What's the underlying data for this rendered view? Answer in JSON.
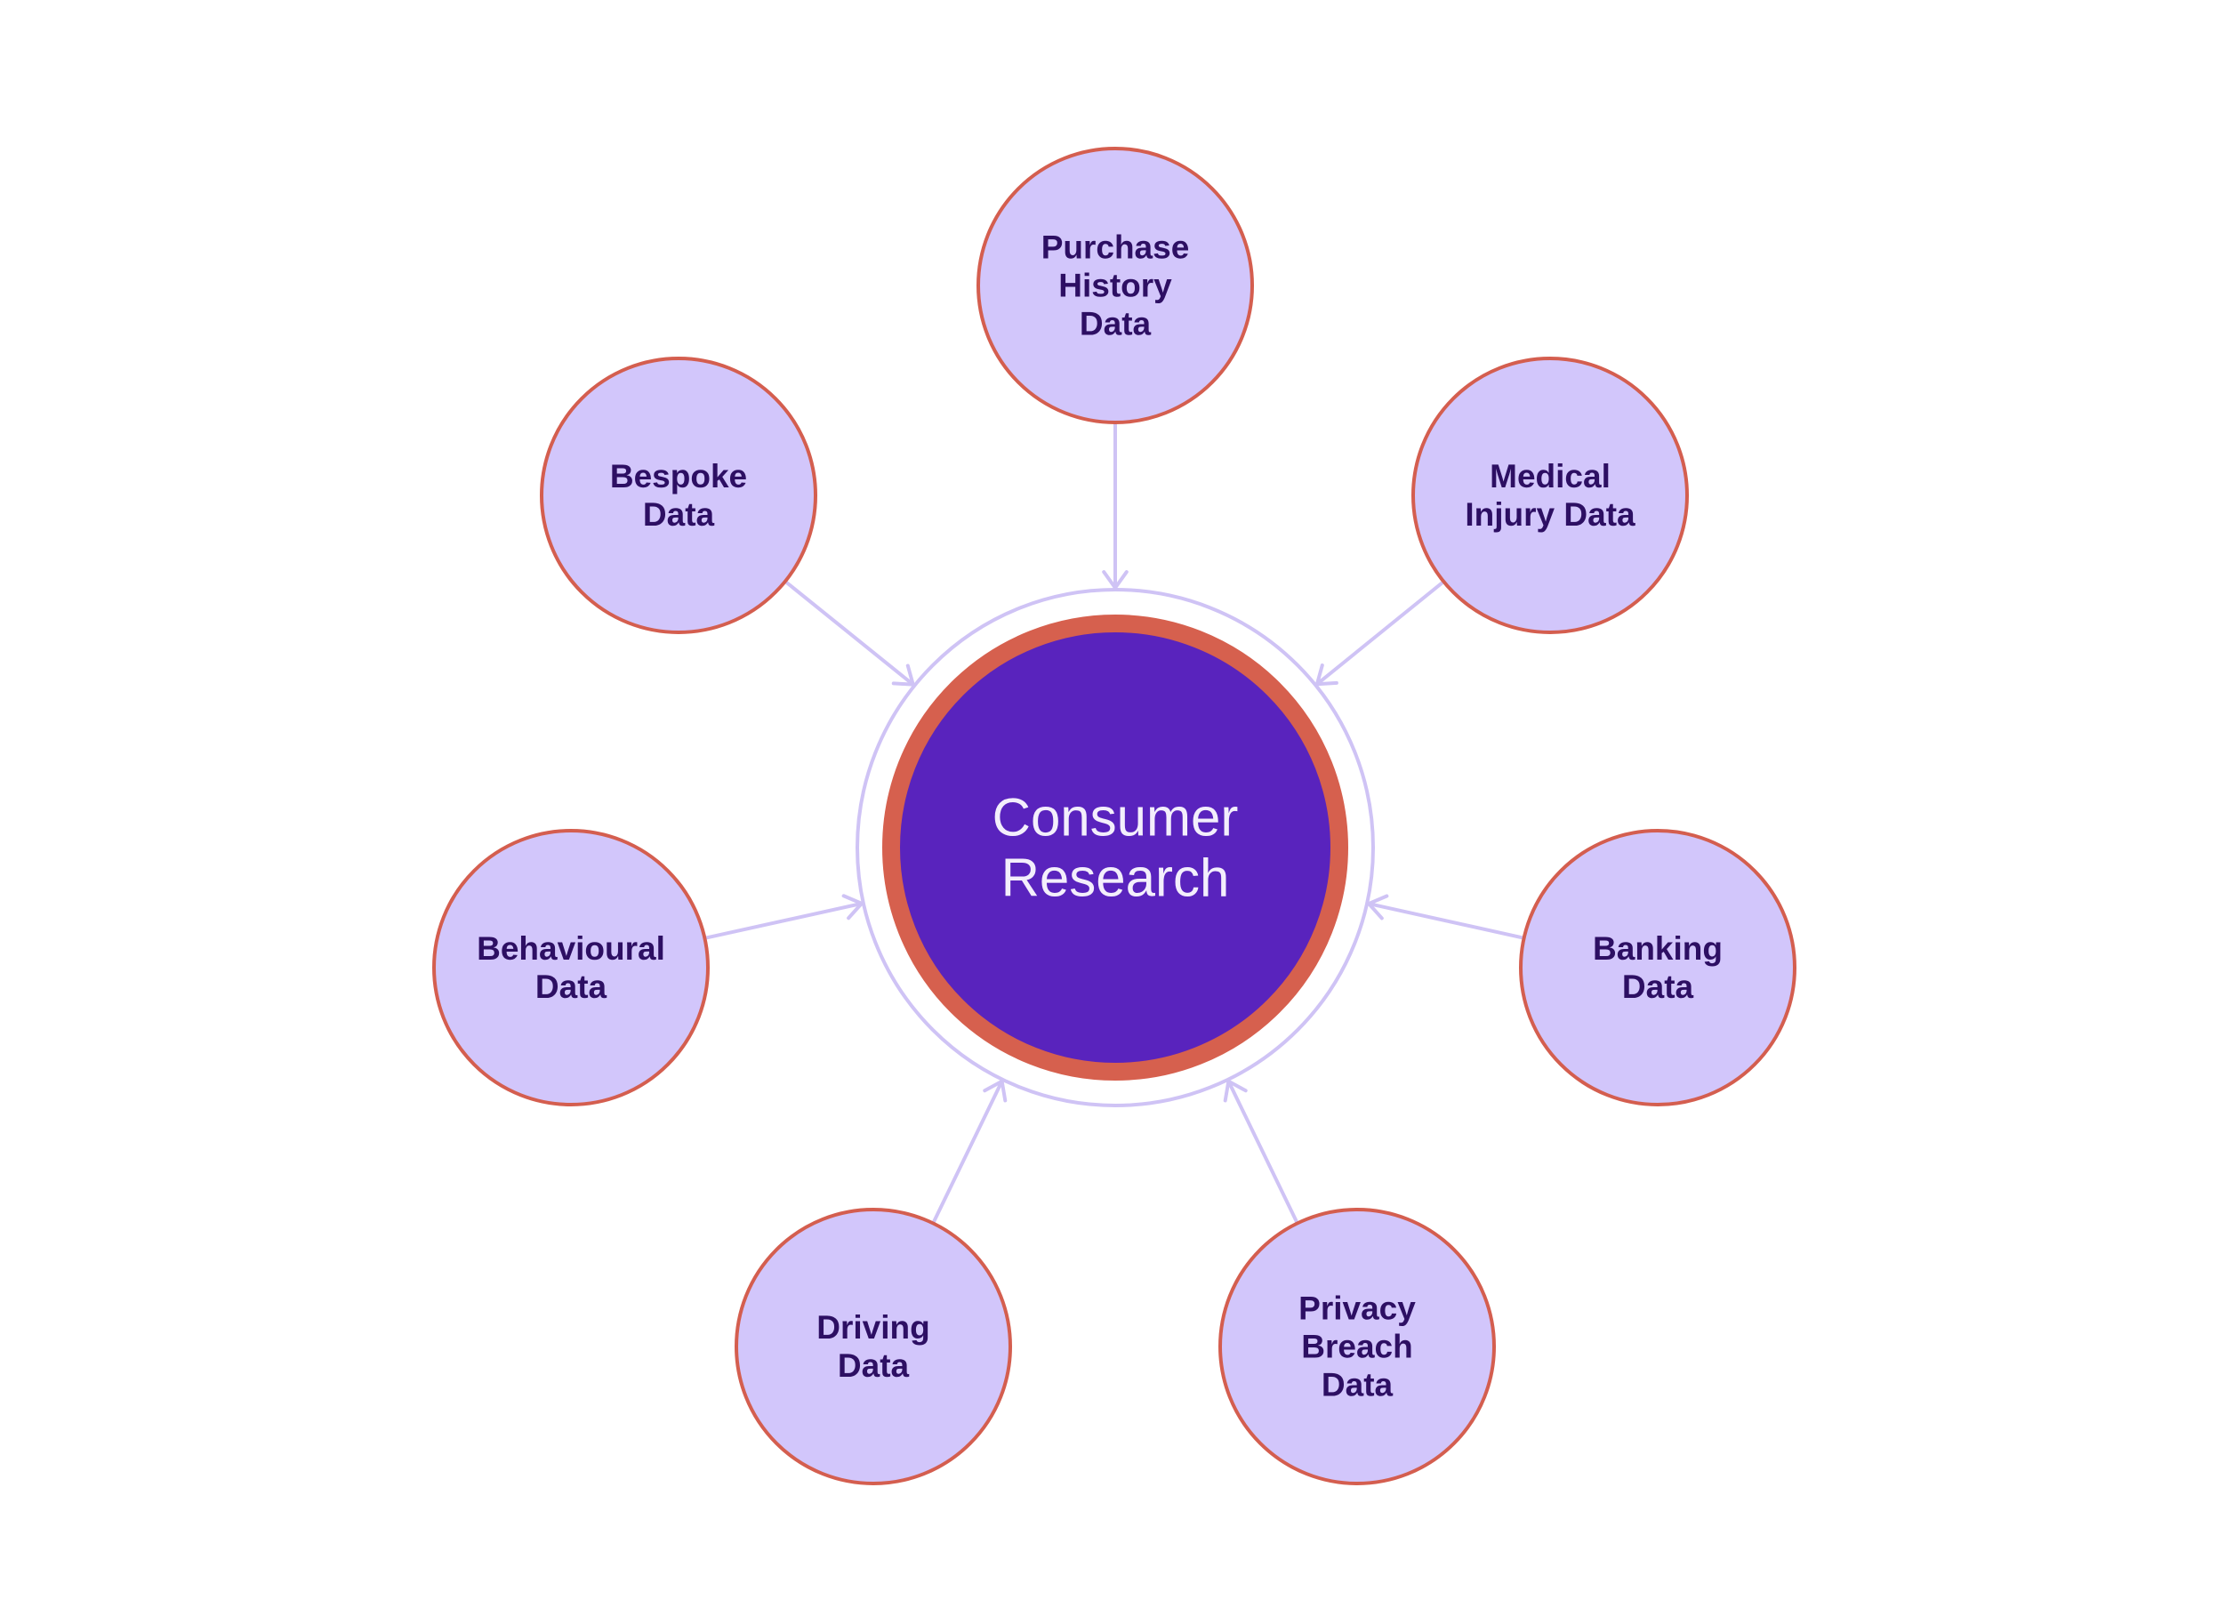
{
  "colors": {
    "background": "#ffffff",
    "node_fill": "#d2c6fb",
    "node_stroke": "#d45e4f",
    "node_text": "#2d0f63",
    "center_fill": "#5923bd",
    "center_ring": "#d6604e",
    "center_text": "#f3eefc",
    "connector": "#cfc3f5"
  },
  "center": {
    "lines": [
      "Consumer",
      "Research"
    ]
  },
  "nodes": [
    {
      "id": "purchase-history",
      "lines": [
        "Purchase",
        "History",
        "Data"
      ]
    },
    {
      "id": "medical-injury",
      "lines": [
        "Medical",
        "Injury Data"
      ]
    },
    {
      "id": "banking",
      "lines": [
        "Banking",
        "Data"
      ]
    },
    {
      "id": "privacy-breach",
      "lines": [
        "Privacy",
        "Breach",
        "Data"
      ]
    },
    {
      "id": "driving",
      "lines": [
        "Driving",
        "Data"
      ]
    },
    {
      "id": "behavioural",
      "lines": [
        "Behavioural",
        "Data"
      ]
    },
    {
      "id": "bespoke",
      "lines": [
        "Bespoke",
        "Data"
      ]
    }
  ]
}
